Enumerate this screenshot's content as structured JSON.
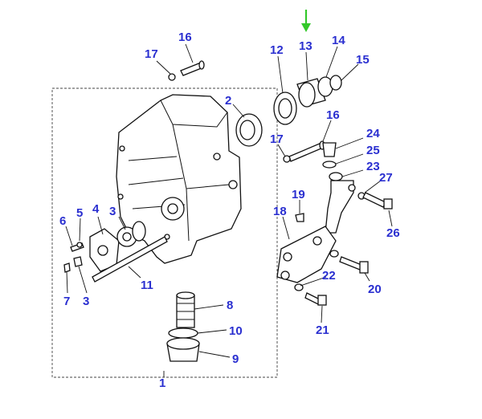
{
  "diagram": {
    "accent_color": "#2a2fd0",
    "arrow_color": "#33c82a",
    "callouts": [
      "1",
      "2",
      "3",
      "4",
      "5",
      "6",
      "7",
      "3",
      "8",
      "9",
      "10",
      "11",
      "12",
      "13",
      "14",
      "15",
      "16",
      "16",
      "17",
      "17",
      "18",
      "19",
      "20",
      "21",
      "22",
      "23",
      "24",
      "25",
      "26",
      "27"
    ]
  }
}
